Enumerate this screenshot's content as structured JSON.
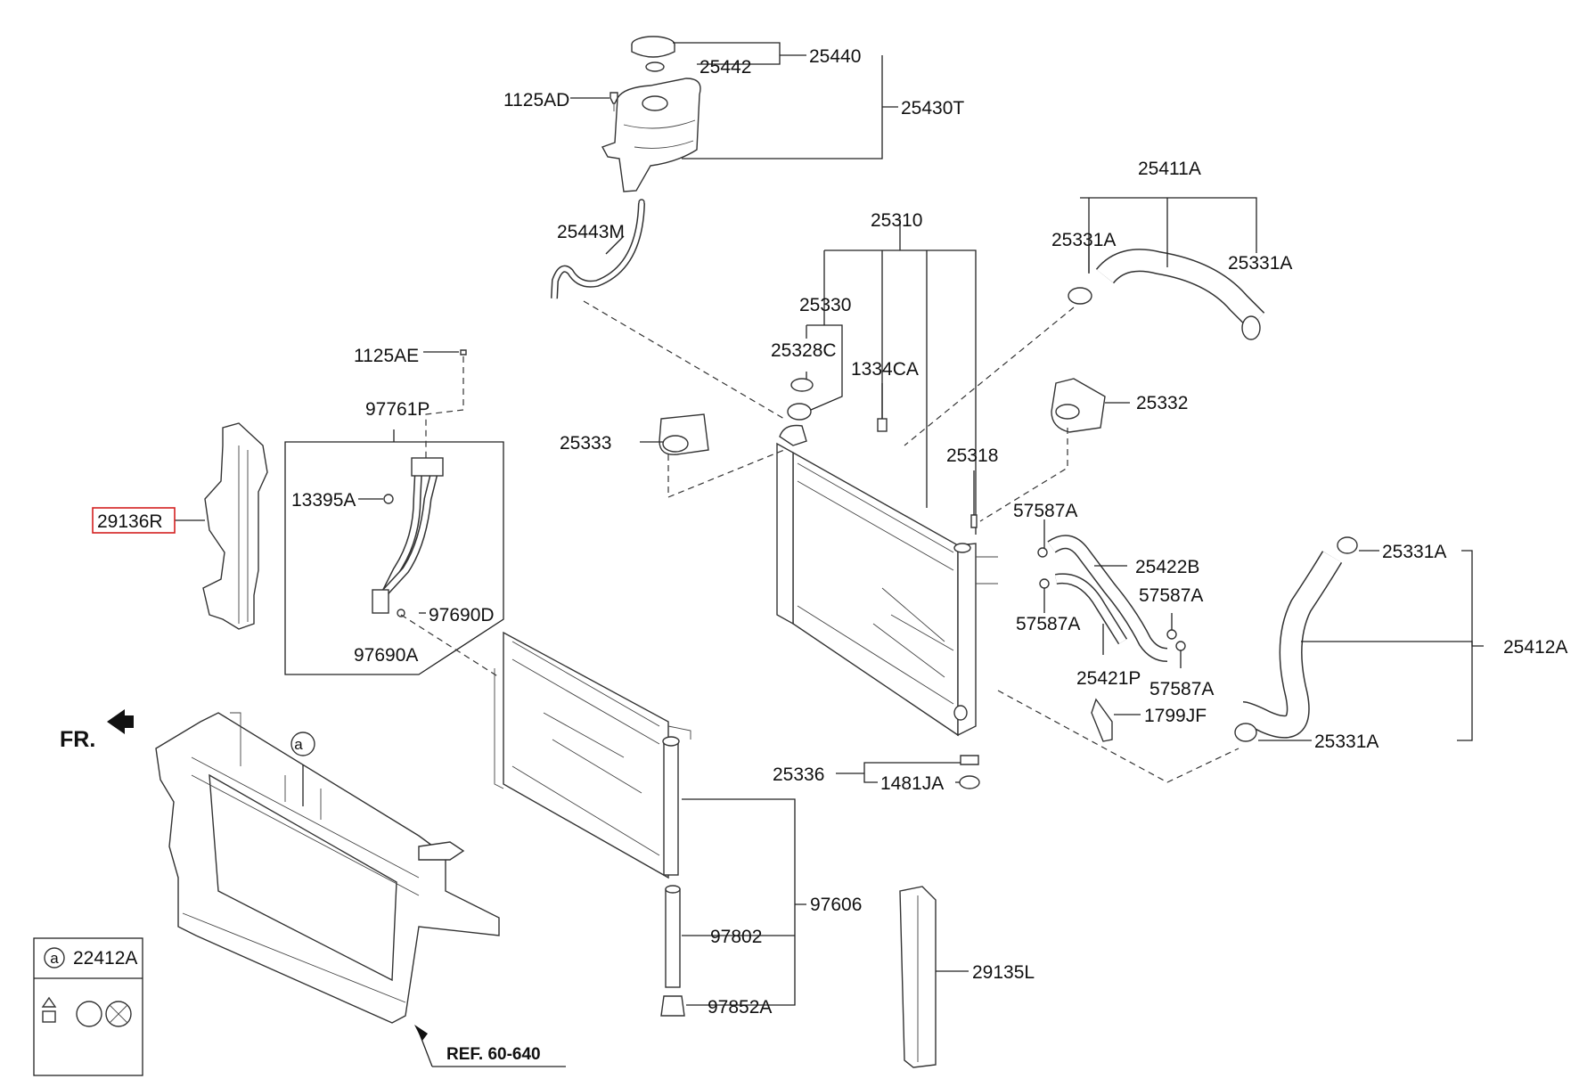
{
  "labels": {
    "p25440": "25440",
    "p25442": "25442",
    "p1125AD": "1125AD",
    "p25430T": "25430T",
    "p25411A": "25411A",
    "p25310": "25310",
    "p25443M": "25443M",
    "p25331A_1": "25331A",
    "p25331A_2": "25331A",
    "p25330": "25330",
    "p1125AE": "1125AE",
    "p25328C": "25328C",
    "p1334CA": "1334CA",
    "p25332": "25332",
    "p97761P": "97761P",
    "p25333": "25333",
    "p25318": "25318",
    "p13395A": "13395A",
    "p57587A_1": "57587A",
    "p29136R": "29136R",
    "p25422B": "25422B",
    "p25331A_3": "25331A",
    "p57587A_2": "57587A",
    "p97690D": "97690D",
    "p57587A_3": "57587A",
    "p25412A": "25412A",
    "p97690A": "97690A",
    "p25421P": "25421P",
    "p57587A_4": "57587A",
    "p1799JF": "1799JF",
    "p25331A_4": "25331A",
    "p25336": "25336",
    "p1481JA": "1481JA",
    "p97606": "97606",
    "p97802": "97802",
    "p29135L": "29135L",
    "p97852A": "97852A",
    "fr": "FR.",
    "callout_a": "a",
    "ref": "REF. 60-640"
  },
  "legend": {
    "marker": "a",
    "part": "22412A"
  },
  "highlighted_part": "29136R",
  "colors": {
    "line": "#222222",
    "highlight": "#d32020",
    "background": "#ffffff"
  }
}
